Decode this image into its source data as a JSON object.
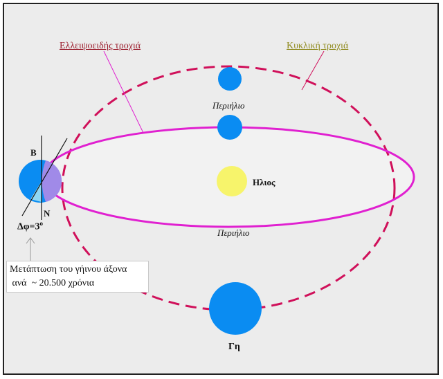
{
  "labels": {
    "elliptical_orbit": "Ελλειψοειδής τροχιά",
    "circular_orbit": "Κυκλική τροχιά",
    "perihelion_top": "Περιήλιο",
    "perihelion_bottom": "Περιήλιο",
    "sun": "Ηλιος",
    "earth": "Γη",
    "north_b": "B",
    "north_n": "N",
    "delta_phi": "Δφ=3",
    "degree_sup": "o"
  },
  "note": {
    "line1": "Μετάπτωση του γήινου άξονα",
    "line2": " ανά  ~ 20.500 χρόνια"
  },
  "colors": {
    "background": "#ececec",
    "ellipse_orbit": "#e020d0",
    "circular_orbit": "#d0105a",
    "planet": "#0a8cf2",
    "sun": "#f7f46b",
    "earth_overlay": "#a08ae8"
  }
}
